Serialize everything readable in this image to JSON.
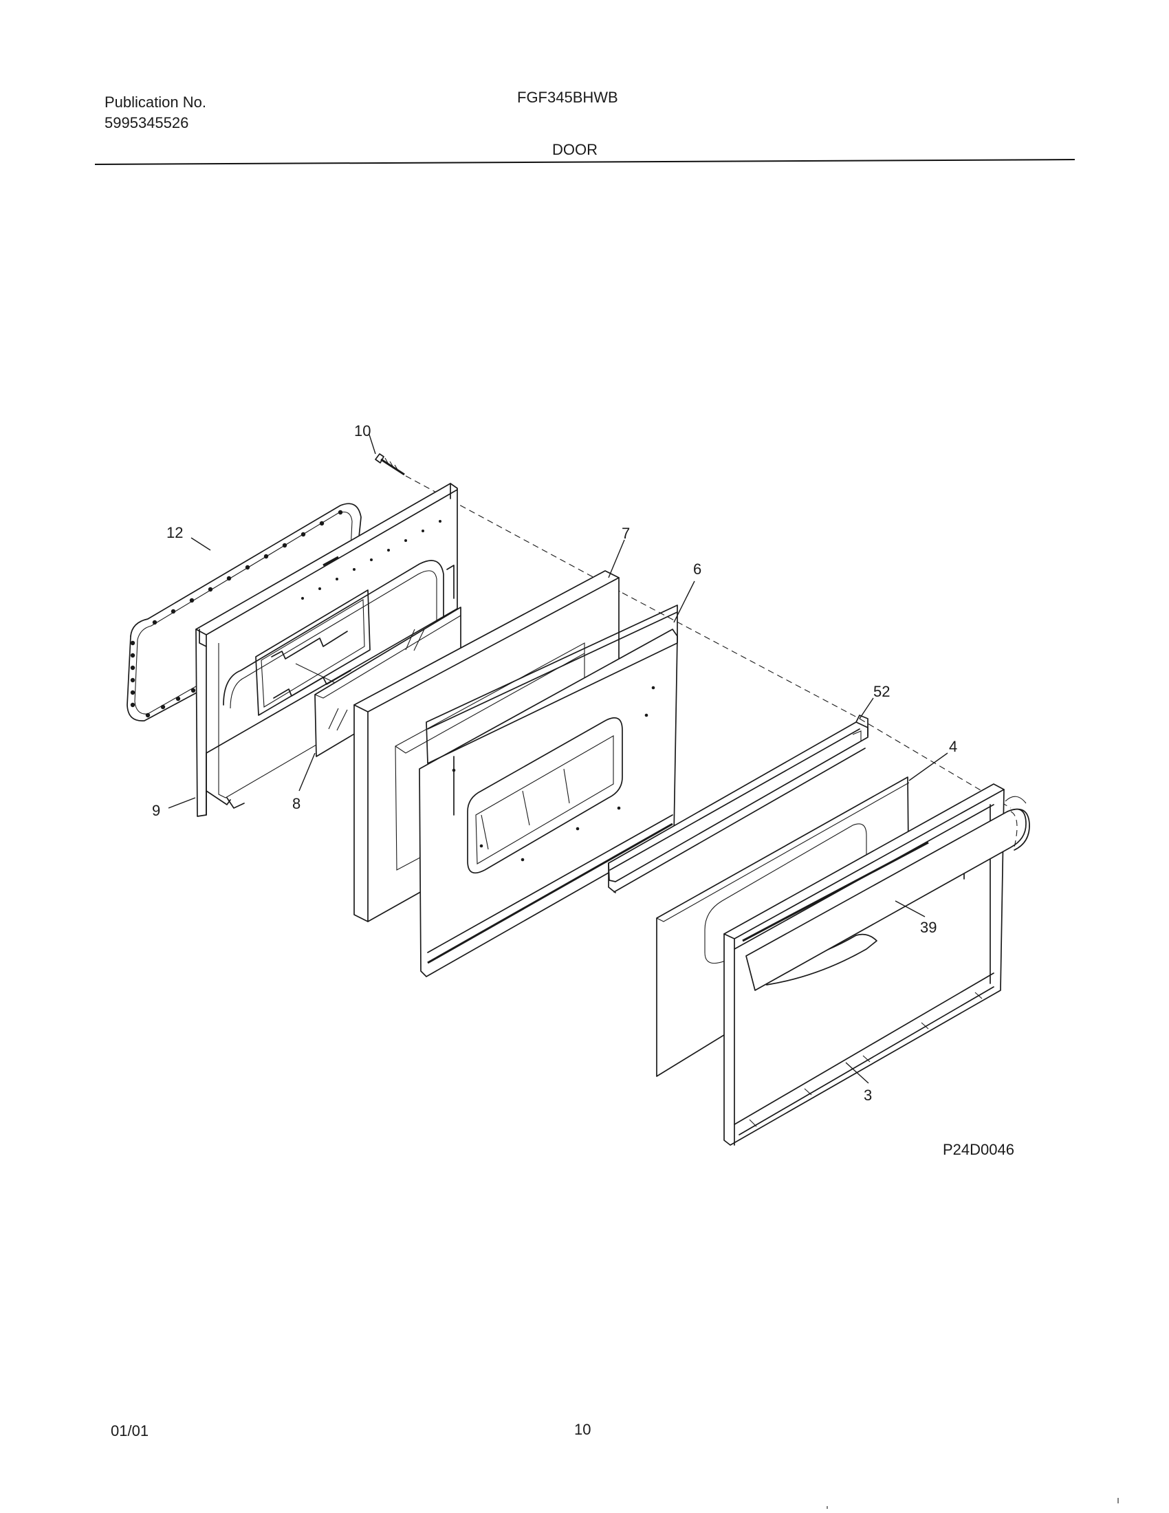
{
  "header": {
    "publication_label": "Publication No.",
    "publication_number": "5995345526",
    "model": "FGF345BHWB",
    "section": "DOOR"
  },
  "diagram": {
    "callouts": [
      "10",
      "12",
      "7",
      "6",
      "52",
      "4",
      "9",
      "8",
      "39",
      "3"
    ],
    "drawing_code": "P24D0046"
  },
  "footer": {
    "date": "01/01",
    "page": "10"
  }
}
